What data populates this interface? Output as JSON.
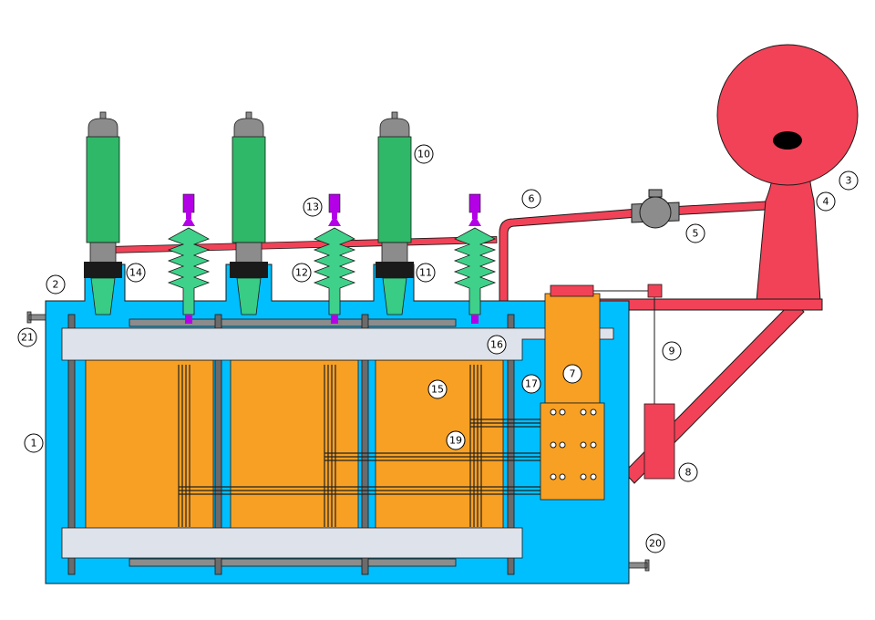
{
  "colors": {
    "tank": "#00BFFF",
    "conservator": "#F24257",
    "pipe": "#F24257",
    "core": "#F8A023",
    "frame": "#DEE2EA",
    "hv_bushing": "#2EB868",
    "hv_bushing_base": "#38CC84",
    "lv_bushing": "#3FD18A",
    "terminal": "#B400E6",
    "cap": "#8C8C8C",
    "rod": "#6B6B6B",
    "outline": "#1a1a1a",
    "winding_line": "#222222"
  },
  "labels": {
    "1": "1",
    "2": "2",
    "3": "3",
    "4": "4",
    "5": "5",
    "6": "6",
    "7": "7",
    "8": "8",
    "9": "9",
    "10": "10",
    "11": "11",
    "12": "12",
    "13": "13",
    "14": "14",
    "15": "15",
    "16": "16",
    "17": "17",
    "19": "19",
    "20": "20",
    "21": "21"
  }
}
